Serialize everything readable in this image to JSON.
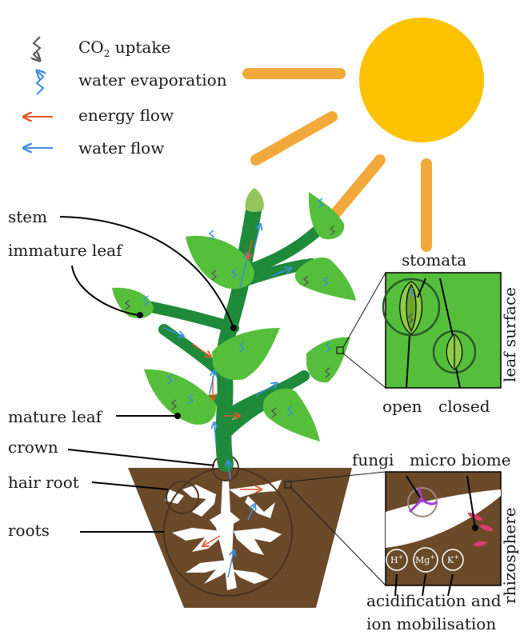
{
  "legend": {
    "co2": "CO",
    "co2_sub": "2",
    "co2_rest": " uptake",
    "water_evap": "water evaporation",
    "energy": "energy flow",
    "water_flow": "water flow"
  },
  "labels": {
    "stem": "stem",
    "immature_leaf": "immature leaf",
    "mature_leaf": "mature leaf",
    "crown": "crown",
    "hair_root": "hair root",
    "roots": "roots",
    "stomata": "stomata",
    "open": "open",
    "closed": "closed",
    "leaf_surface": "leaf surface",
    "fungi": "fungi",
    "micro_biome": "micro biome",
    "rhizosphere": "rhizosphere",
    "acid_1": "acidification and",
    "acid_2": "ion mobilisation"
  },
  "ions": {
    "h": "H",
    "mg": "Mg",
    "k": "K",
    "plus": "+"
  },
  "colors": {
    "sun": "#fcc200",
    "sun_ray": "#f2a93b",
    "leaf": "#55bf3b",
    "stem": "#1f8a3a",
    "bud": "#94c55a",
    "soil": "#6b4a2a",
    "co2_arrow": "#555555",
    "water_arrow": "#3a8ee0",
    "energy_arrow": "#e0562a"
  }
}
